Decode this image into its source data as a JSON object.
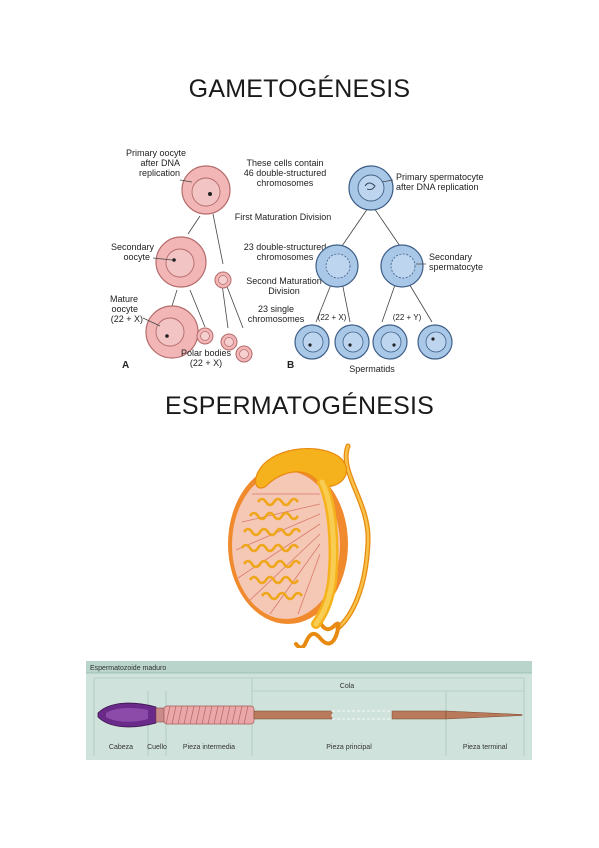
{
  "page": {
    "title_gametogenesis": "GAMETOGÉNESIS",
    "title_spermatogenesis": "ESPERMATOGÉNESIS"
  },
  "colors": {
    "oocyte_fill": "#f2b6b6",
    "oocyte_stroke": "#b46b6b",
    "sperm_cell_fill": "#a9c8e8",
    "sperm_cell_stroke": "#3f5f87",
    "testis_yellow": "#f6b21c",
    "testis_orange": "#e88a10",
    "tubule_pink": "#f2c5b8",
    "sperm_panel_bg": "#cfe3dc",
    "sperm_head": "#6a2a8a"
  },
  "gametogenesis": {
    "left_labels": {
      "primary_oocyte": [
        "Primary oocyte",
        "after DNA",
        "replication"
      ],
      "secondary_oocyte": [
        "Secondary",
        "oocyte"
      ],
      "mature_oocyte": [
        "Mature",
        "oocyte",
        "(22 + X)"
      ],
      "polar_bodies": [
        "Polar bodies",
        "(22 + X)"
      ],
      "panel_letter": "A"
    },
    "center_labels": {
      "contain_46": [
        "These cells contain",
        "46 double-structured",
        "chromosomes"
      ],
      "first_division": "First Maturation Division",
      "contain_23_double": [
        "23 double-structured",
        "chromosomes"
      ],
      "second_division": [
        "Second Maturation",
        "Division"
      ],
      "contain_23_single": [
        "23 single",
        "chromosomes"
      ]
    },
    "right_labels": {
      "primary_spermatocyte": [
        "Primary spermatocyte",
        "after DNA replication"
      ],
      "secondary_spermatocyte": [
        "Secondary",
        "spermatocyte"
      ],
      "x_branch": "(22 + X)",
      "y_branch": "(22 + Y)",
      "spermatids": "Spermatids",
      "panel_letter": "B"
    }
  },
  "sperm_panel": {
    "title": "Espermatozoide maduro",
    "cola": "Cola",
    "segments": [
      "Cabeza",
      "Cuello",
      "Pieza intermedia",
      "Pieza principal",
      "Pieza terminal"
    ]
  }
}
